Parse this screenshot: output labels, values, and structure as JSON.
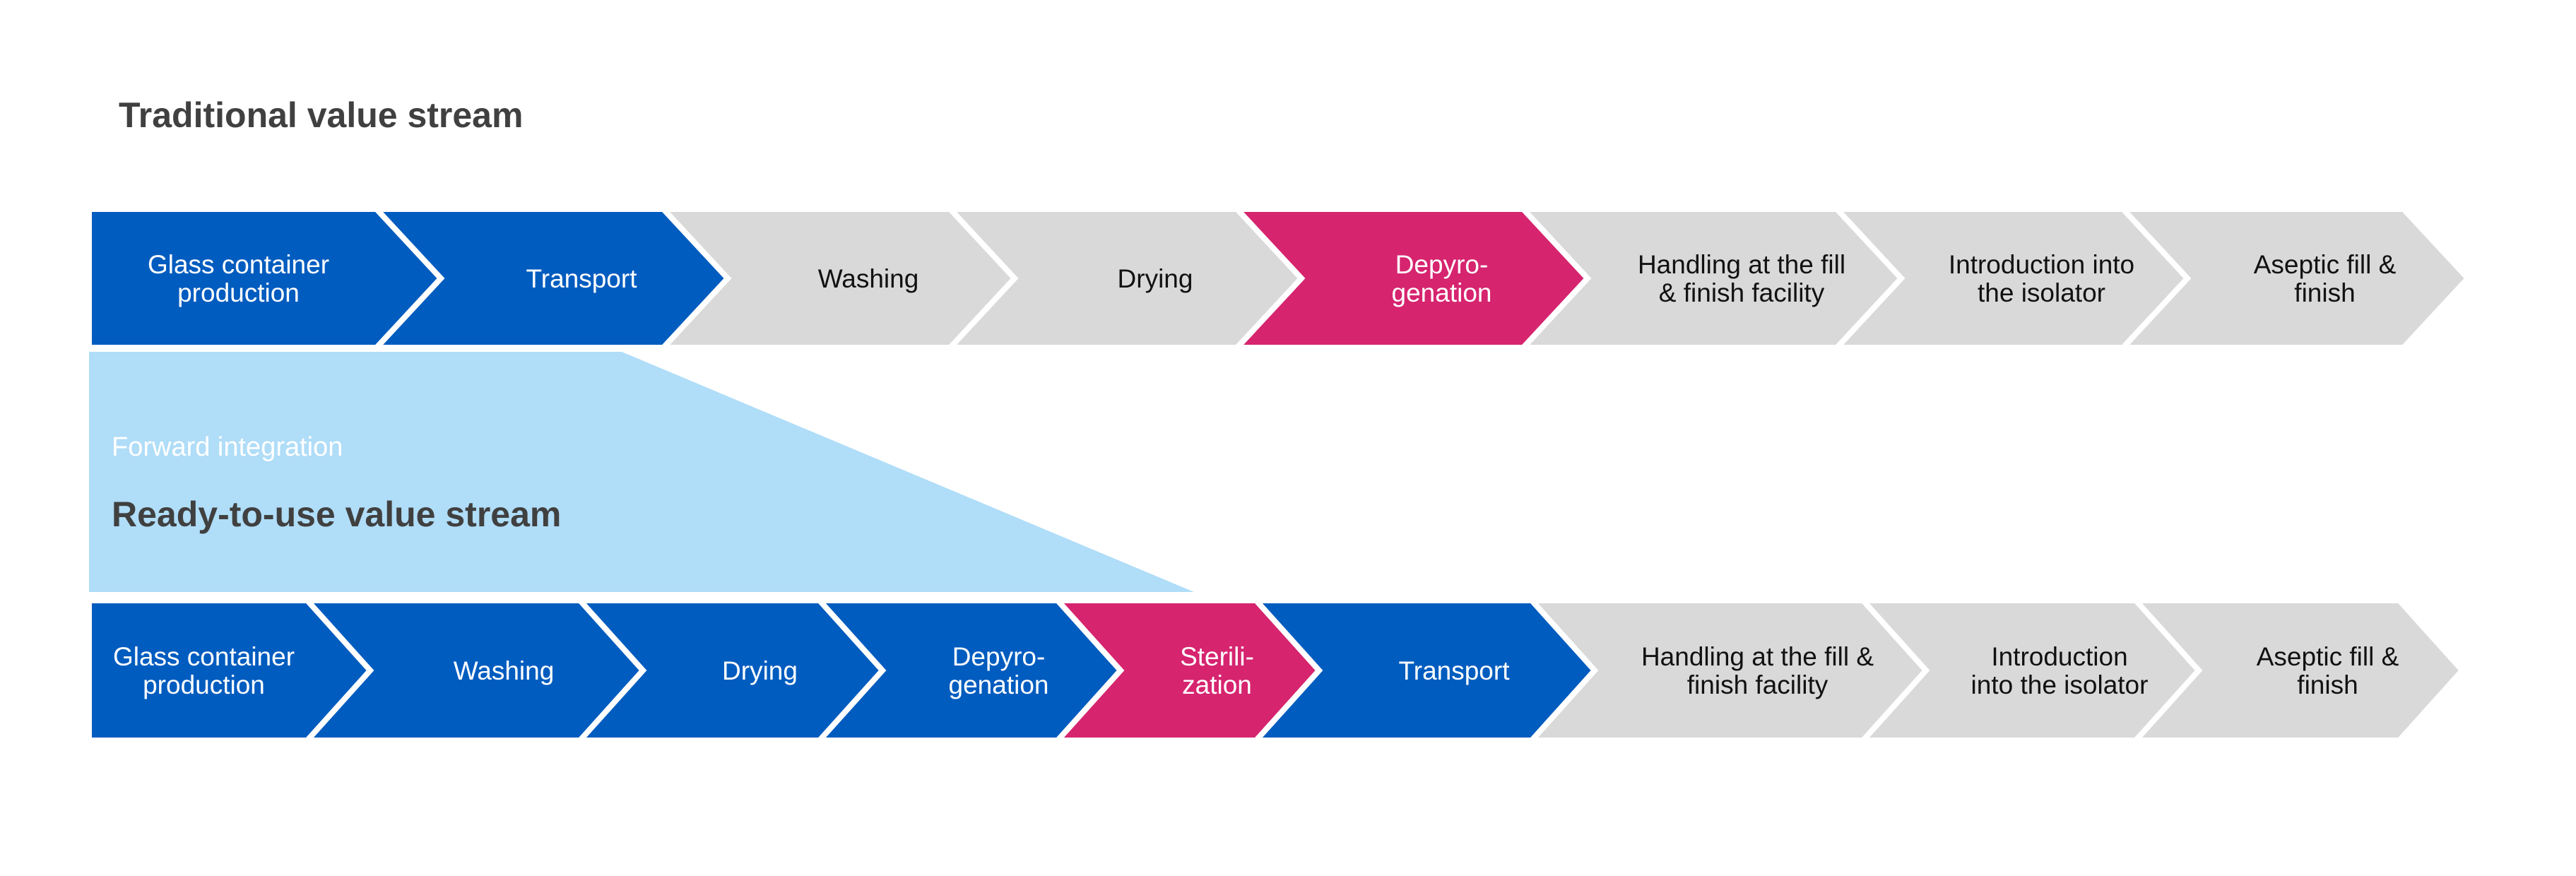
{
  "colors": {
    "blue": "#005cbf",
    "magenta": "#d6246f",
    "gray": "#d9d9d9",
    "light_blue": "#b0ddf8"
  },
  "traditional": {
    "title": "Traditional value stream",
    "steps": [
      {
        "lines": [
          "Glass container",
          "production"
        ],
        "color": "blue"
      },
      {
        "lines": [
          "Transport"
        ],
        "color": "blue"
      },
      {
        "lines": [
          "Washing"
        ],
        "color": "gray"
      },
      {
        "lines": [
          "Drying"
        ],
        "color": "gray"
      },
      {
        "lines": [
          "Depyro-",
          "genation"
        ],
        "color": "magenta"
      },
      {
        "lines": [
          "Handling at the fill",
          "& finish facility"
        ],
        "color": "gray"
      },
      {
        "lines": [
          "Introduction into",
          "the isolator"
        ],
        "color": "gray"
      },
      {
        "lines": [
          "Aseptic fill &",
          "finish"
        ],
        "color": "gray"
      }
    ]
  },
  "forward_integration_label": "Forward integration",
  "ready_to_use": {
    "title": "Ready-to-use value stream",
    "steps": [
      {
        "lines": [
          "Glass container",
          "production"
        ],
        "color": "blue"
      },
      {
        "lines": [
          "Washing"
        ],
        "color": "blue"
      },
      {
        "lines": [
          "Drying"
        ],
        "color": "blue"
      },
      {
        "lines": [
          "Depyro-",
          "genation"
        ],
        "color": "blue"
      },
      {
        "lines": [
          "Sterili-",
          "zation"
        ],
        "color": "magenta"
      },
      {
        "lines": [
          "Transport"
        ],
        "color": "blue"
      },
      {
        "lines": [
          "Handling at the fill &",
          "finish facility"
        ],
        "color": "gray"
      },
      {
        "lines": [
          "Introduction",
          "into the isolator"
        ],
        "color": "gray"
      },
      {
        "lines": [
          "Aseptic fill &",
          "finish"
        ],
        "color": "gray"
      }
    ]
  }
}
